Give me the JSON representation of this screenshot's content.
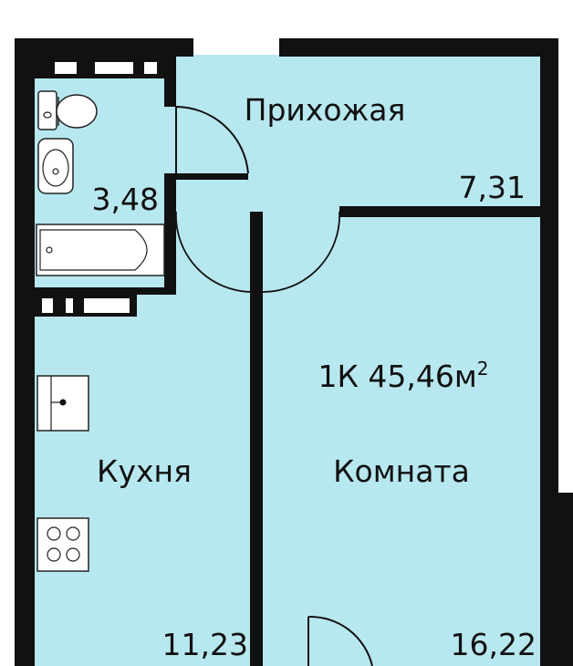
{
  "colors": {
    "wall": "#111111",
    "floor": "#b8e8ef",
    "fixture": "#ffffff",
    "line": "#222222"
  },
  "plan": {
    "summary_prefix": "1К 45,46м",
    "summary_sup": "2",
    "rooms": [
      {
        "name": "Прихожая",
        "area": "7,31"
      },
      {
        "name": "",
        "area": "3,48"
      },
      {
        "name": "Кухня",
        "area": "11,23"
      },
      {
        "name": "Комната",
        "area": "16,22"
      }
    ]
  },
  "icons": [
    "toilet-icon",
    "sink-icon",
    "bathtub-icon",
    "kitchen-sink-icon",
    "stove-icon"
  ]
}
